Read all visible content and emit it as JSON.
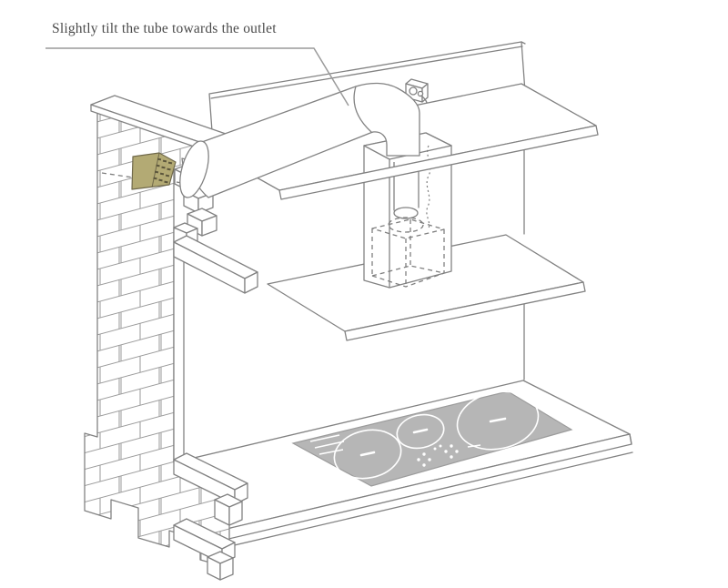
{
  "diagram": {
    "annotation": {
      "label": "Slightly tilt the tube towards the outlet"
    },
    "parts": [
      "brick wall",
      "air outlet vent brick",
      "hidden duct (dashed)",
      "tapered exhaust tube with elbow",
      "duct chase",
      "downdraft unit (dashed)",
      "power socket with plug",
      "power cable",
      "backsplash panel",
      "top shelf with cutout",
      "middle shelf",
      "countertop",
      "induction cooktop with 3 zones"
    ],
    "cooktop": {
      "zones": 3,
      "controls": "touch dots",
      "grille_lines": 4
    },
    "colors": {
      "line": "#828282",
      "text": "#4a4a4a",
      "leader": "#9a9a9a",
      "dashed": "#7f7f7f",
      "vent_brick_fill": "#b3aa74",
      "vent_brick_stroke": "#6f684a",
      "vent_brick_holes": "#5c563c",
      "cooktop_fill": "#b6b6b6",
      "cooktop_stroke": "#9c9c9c",
      "zone_stroke": "#ffffff",
      "background": "#ffffff",
      "brick_line": "#9b9b9b"
    }
  }
}
